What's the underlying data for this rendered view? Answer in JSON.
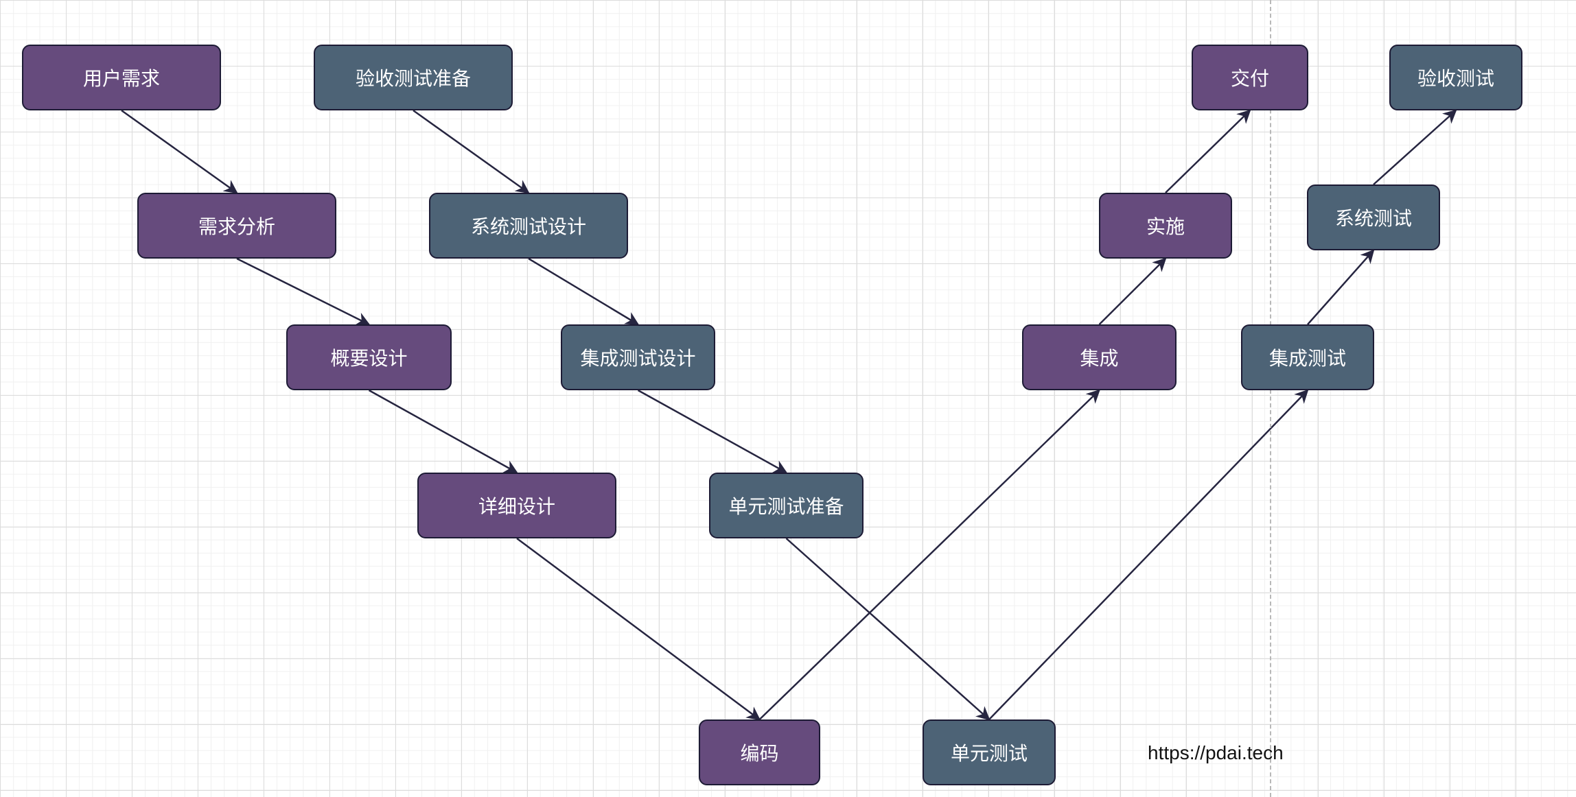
{
  "colors": {
    "development": "#664b7d",
    "testing": "#4d6376",
    "edge": "#262540",
    "border": "#1d1b35"
  },
  "nodes": {
    "user_requirements": "用户需求",
    "acceptance_test_prep": "验收测试准备",
    "requirements_analysis": "需求分析",
    "system_test_design": "系统测试设计",
    "high_level_design": "概要设计",
    "integration_test_design": "集成测试设计",
    "detailed_design": "详细设计",
    "unit_test_prep": "单元测试准备",
    "coding": "编码",
    "unit_test": "单元测试",
    "integration": "集成",
    "integration_test": "集成测试",
    "implementation": "实施",
    "system_test": "系统测试",
    "delivery": "交付",
    "acceptance_test": "验收测试"
  },
  "edges": [
    [
      "user_requirements",
      "requirements_analysis"
    ],
    [
      "requirements_analysis",
      "high_level_design"
    ],
    [
      "high_level_design",
      "detailed_design"
    ],
    [
      "detailed_design",
      "coding"
    ],
    [
      "acceptance_test_prep",
      "system_test_design"
    ],
    [
      "system_test_design",
      "integration_test_design"
    ],
    [
      "integration_test_design",
      "unit_test_prep"
    ],
    [
      "unit_test_prep",
      "unit_test"
    ],
    [
      "coding",
      "integration"
    ],
    [
      "integration",
      "implementation"
    ],
    [
      "implementation",
      "delivery"
    ],
    [
      "unit_test",
      "integration_test"
    ],
    [
      "integration_test",
      "system_test"
    ],
    [
      "system_test",
      "acceptance_test"
    ]
  ],
  "watermark": "https://pdai.tech"
}
